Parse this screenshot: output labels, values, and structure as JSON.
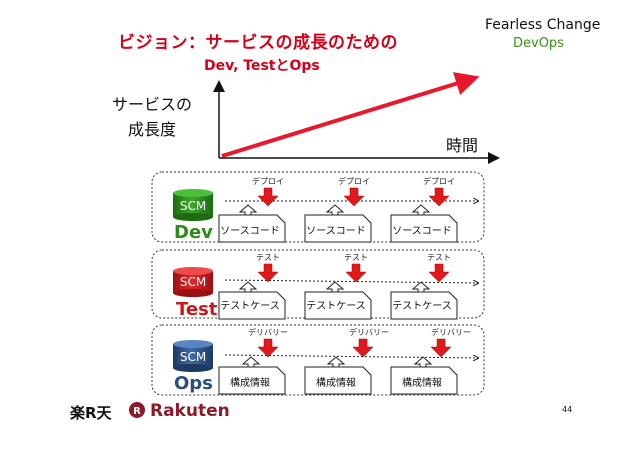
{
  "slide": {
    "title": "ビジョン：サービスの成長のための",
    "subtitle": "Dev, TestとOps",
    "brand_top": "Fearless Change",
    "brand_bottom": "DevOps",
    "y_axis_label_line1": "サービスの",
    "y_axis_label_line2": "成長度",
    "x_axis_label": "時間",
    "page_number": "44",
    "logo_jp": "楽R天",
    "logo_en": "Rakuten"
  },
  "rows": [
    {
      "name": "Dev",
      "scm_label": "SCM",
      "arrow_label": "デプロイ",
      "doc_label": "ソースコード",
      "color": "#2f8a1e"
    },
    {
      "name": "Test",
      "scm_label": "SCM",
      "arrow_label": "テスト",
      "doc_label": "テストケース",
      "color": "#c8191b"
    },
    {
      "name": "Ops",
      "scm_label": "SCM",
      "arrow_label": "デリバリー",
      "doc_label": "構成情報",
      "color": "#2b4d80"
    }
  ],
  "colors": {
    "accent_red": "#d0021b",
    "arrow_red": "#e0191b",
    "growth_line": "#e8192c"
  }
}
